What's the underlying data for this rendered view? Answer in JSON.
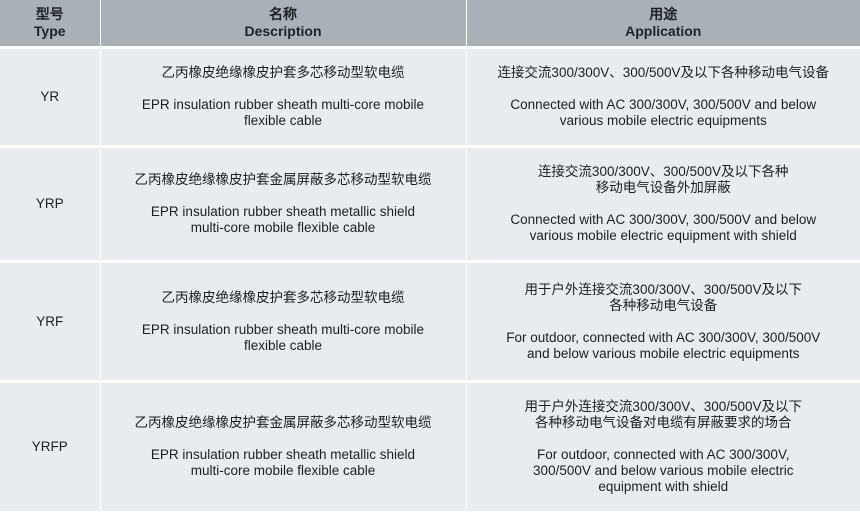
{
  "header": {
    "type_zh": "型号",
    "type_en": "Type",
    "description_zh": "名称",
    "description_en": "Description",
    "application_zh": "用途",
    "application_en": "Application"
  },
  "rows": [
    {
      "type": "YR",
      "description_zh": "乙丙橡皮绝缘橡皮护套多芯移动型软电缆",
      "description_en": "EPR insulation rubber sheath multi-core mobile\nflexible cable",
      "application_zh": "连接交流300/300V、300/500V及以下各种移动电气设备",
      "application_en": "Connected with AC 300/300V, 300/500V and below\nvarious mobile electric equipments"
    },
    {
      "type": "YRP",
      "description_zh": "乙丙橡皮绝缘橡皮护套金属屏蔽多芯移动型软电缆",
      "description_en": "EPR insulation rubber sheath metallic shield\nmulti-core mobile flexible cable",
      "application_zh": "连接交流300/300V、300/500V及以下各种\n移动电气设备外加屏蔽",
      "application_en": "Connected with AC 300/300V, 300/500V and below\nvarious mobile electric equipment with shield"
    },
    {
      "type": "YRF",
      "description_zh": "乙丙橡皮绝缘橡皮护套多芯移动型软电缆",
      "description_en": "EPR insulation rubber sheath multi-core mobile\nflexible cable",
      "application_zh": "用于户外连接交流300/300V、300/500V及以下\n各种移动电气设备",
      "application_en": "For outdoor, connected with AC 300/300V, 300/500V\nand below various mobile electric equipments"
    },
    {
      "type": "YRFP",
      "description_zh": "乙丙橡皮绝缘橡皮护套金属屏蔽多芯移动型软电缆",
      "description_en": "EPR insulation rubber sheath metallic shield\nmulti-core mobile flexible cable",
      "application_zh": "用于户外连接交流300/300V、300/500V及以下\n各种移动电气设备对电缆有屏蔽要求的场合",
      "application_en": "For outdoor, connected with AC 300/300V,\n300/500V and below various mobile electric\nequipment with shield"
    }
  ]
}
